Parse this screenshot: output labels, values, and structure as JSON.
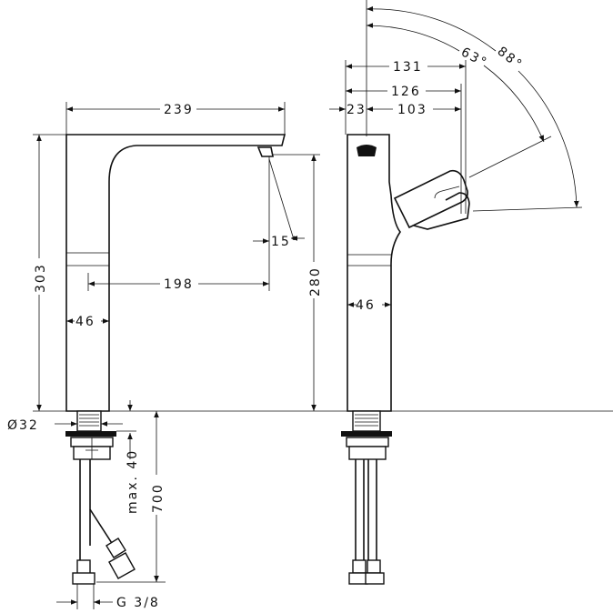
{
  "drawing": {
    "front_view": {
      "spout_reach": "239",
      "total_height": "303",
      "spout_height": "280",
      "spout_outlet_distance": "198",
      "body_width": "46",
      "spout_angle": "15°",
      "base_diameter": "Ø32",
      "max_deck_thickness": "max. 40",
      "hose_length": "700",
      "connection_thread": "G 3/8"
    },
    "side_view": {
      "handle_reach_max": "131",
      "handle_reach": "126",
      "offset": "23",
      "handle_offset": "103",
      "body_width": "46",
      "handle_angle_1": "63°",
      "handle_angle_2": "88°"
    }
  }
}
